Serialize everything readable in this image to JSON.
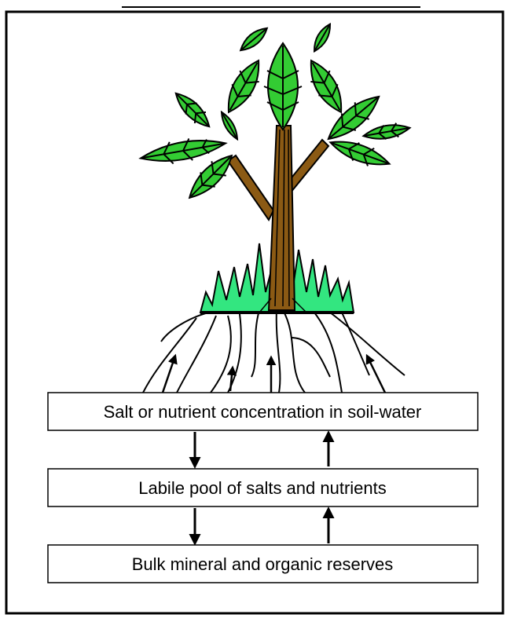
{
  "boxes": {
    "soil_water": "Salt or nutrient concentration in soil-water",
    "labile_pool": "Labile pool of salts and nutrients",
    "bulk_reserves": "Bulk mineral and organic reserves"
  },
  "colors": {
    "leaf_light": "#33cc33",
    "leaf_dark": "#008000",
    "trunk": "#8b5a14",
    "grass": "#33e680",
    "outline": "#000000",
    "box_fill": "#ffffff"
  }
}
